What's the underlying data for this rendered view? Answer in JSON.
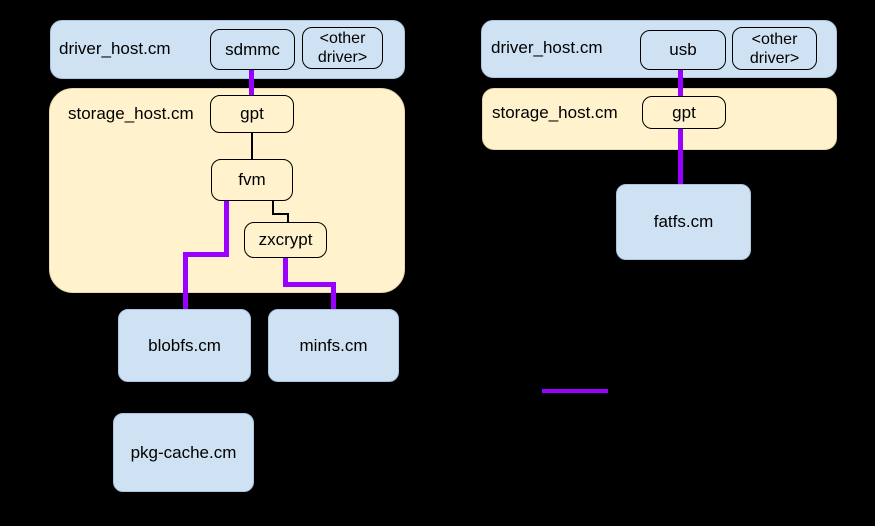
{
  "colors": {
    "background": "#000000",
    "blue_fill": "#cfe2f3",
    "yellow_fill": "#fff2cc",
    "edge_purple": "#9900ff",
    "edge_black": "#000000"
  },
  "left_diagram": {
    "driver_host_label": "driver_host.cm",
    "driver_node": "sdmmc",
    "other_driver_node": "<other driver>",
    "storage_host_label": "storage_host.cm",
    "gpt_node": "gpt",
    "fvm_node": "fvm",
    "zxcrypt_node": "zxcrypt",
    "blobfs_leaf": "blobfs.cm",
    "minfs_leaf": "minfs.cm",
    "pkg_cache_leaf": "pkg-cache.cm"
  },
  "right_diagram": {
    "driver_host_label": "driver_host.cm",
    "driver_node": "usb",
    "other_driver_node": "<other driver>",
    "storage_host_label": "storage_host.cm",
    "gpt_node": "gpt",
    "fatfs_leaf": "fatfs.cm"
  },
  "legend": {
    "line_color": "#9900ff"
  }
}
